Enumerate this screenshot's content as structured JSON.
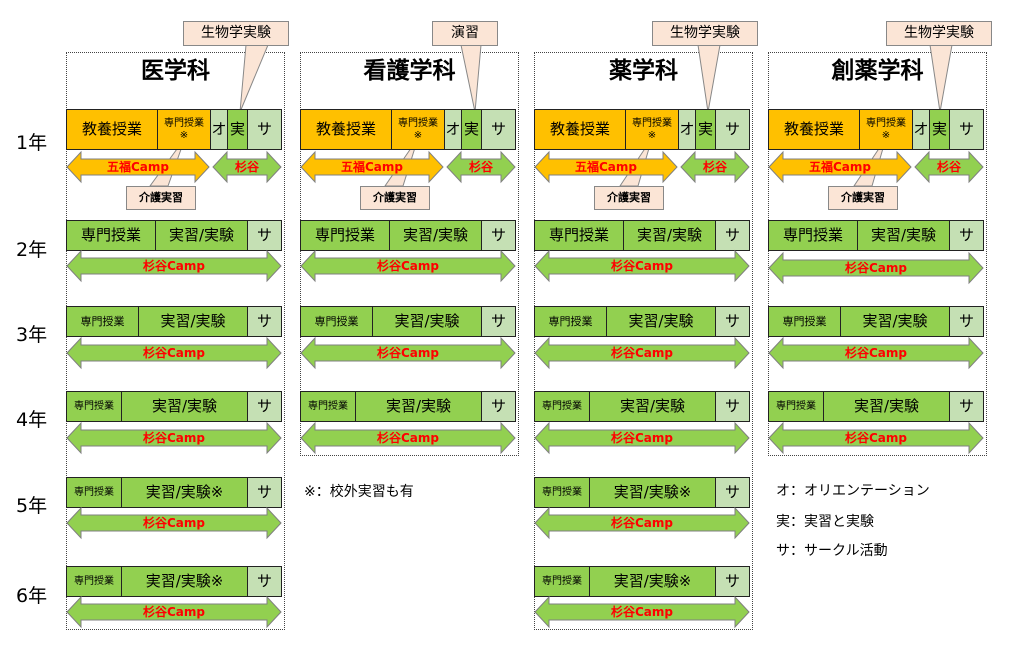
{
  "departments": [
    {
      "name": "医学科",
      "top_callout": "生物学実験"
    },
    {
      "name": "看護学科",
      "top_callout": "演習"
    },
    {
      "name": "薬学科",
      "top_callout": "生物学実験"
    },
    {
      "name": "創薬学科",
      "top_callout": "生物学実験"
    }
  ],
  "years": [
    "1年",
    "2年",
    "3年",
    "4年",
    "5年",
    "6年"
  ],
  "y1_cells": {
    "general": "教養授業",
    "special_line1": "専門授業",
    "special_line2": "※",
    "orientation": "オ",
    "practice": "実",
    "circle": "サ"
  },
  "cells": {
    "special": "専門授業",
    "practice_exp": "実習/実験",
    "practice_exp_ext": "実習/実験※",
    "circle": "サ"
  },
  "arrows": {
    "gofuku": "五福Camp",
    "sugitani": "杉谷",
    "sugitani_camp": "杉谷Camp"
  },
  "care_callout": "介護実習",
  "notes": {
    "offcampus": "※：校外実習も有",
    "legend": [
      "オ：オリエンテーション",
      "実：実習と実験",
      "サ：サークル活動"
    ]
  },
  "colors": {
    "orange": "#ffc000",
    "green": "#92d050",
    "light_green": "#c5e0b4",
    "callout": "#fbe5d6",
    "arrow_label": "#ff0000"
  }
}
